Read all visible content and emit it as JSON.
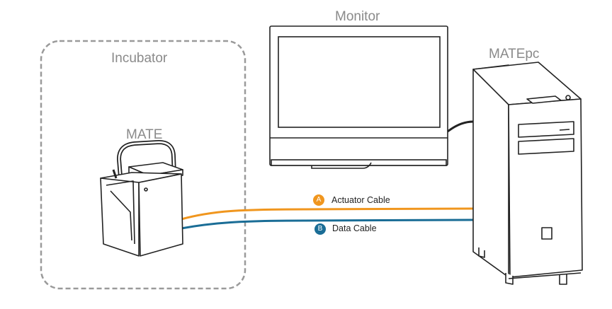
{
  "labels": {
    "incubator": "Incubator",
    "monitor": "Monitor",
    "matepc": "MATEpc",
    "mate": "MATE"
  },
  "cables": [
    {
      "badge": "A",
      "label": "Actuator Cable",
      "color": "#f0961e"
    },
    {
      "badge": "B",
      "label": "Data Cable",
      "color": "#1a6d96"
    }
  ],
  "colors": {
    "outline": "#222222",
    "label_gray": "#8a8a8a",
    "incubator_border": "#9a9a9a"
  }
}
